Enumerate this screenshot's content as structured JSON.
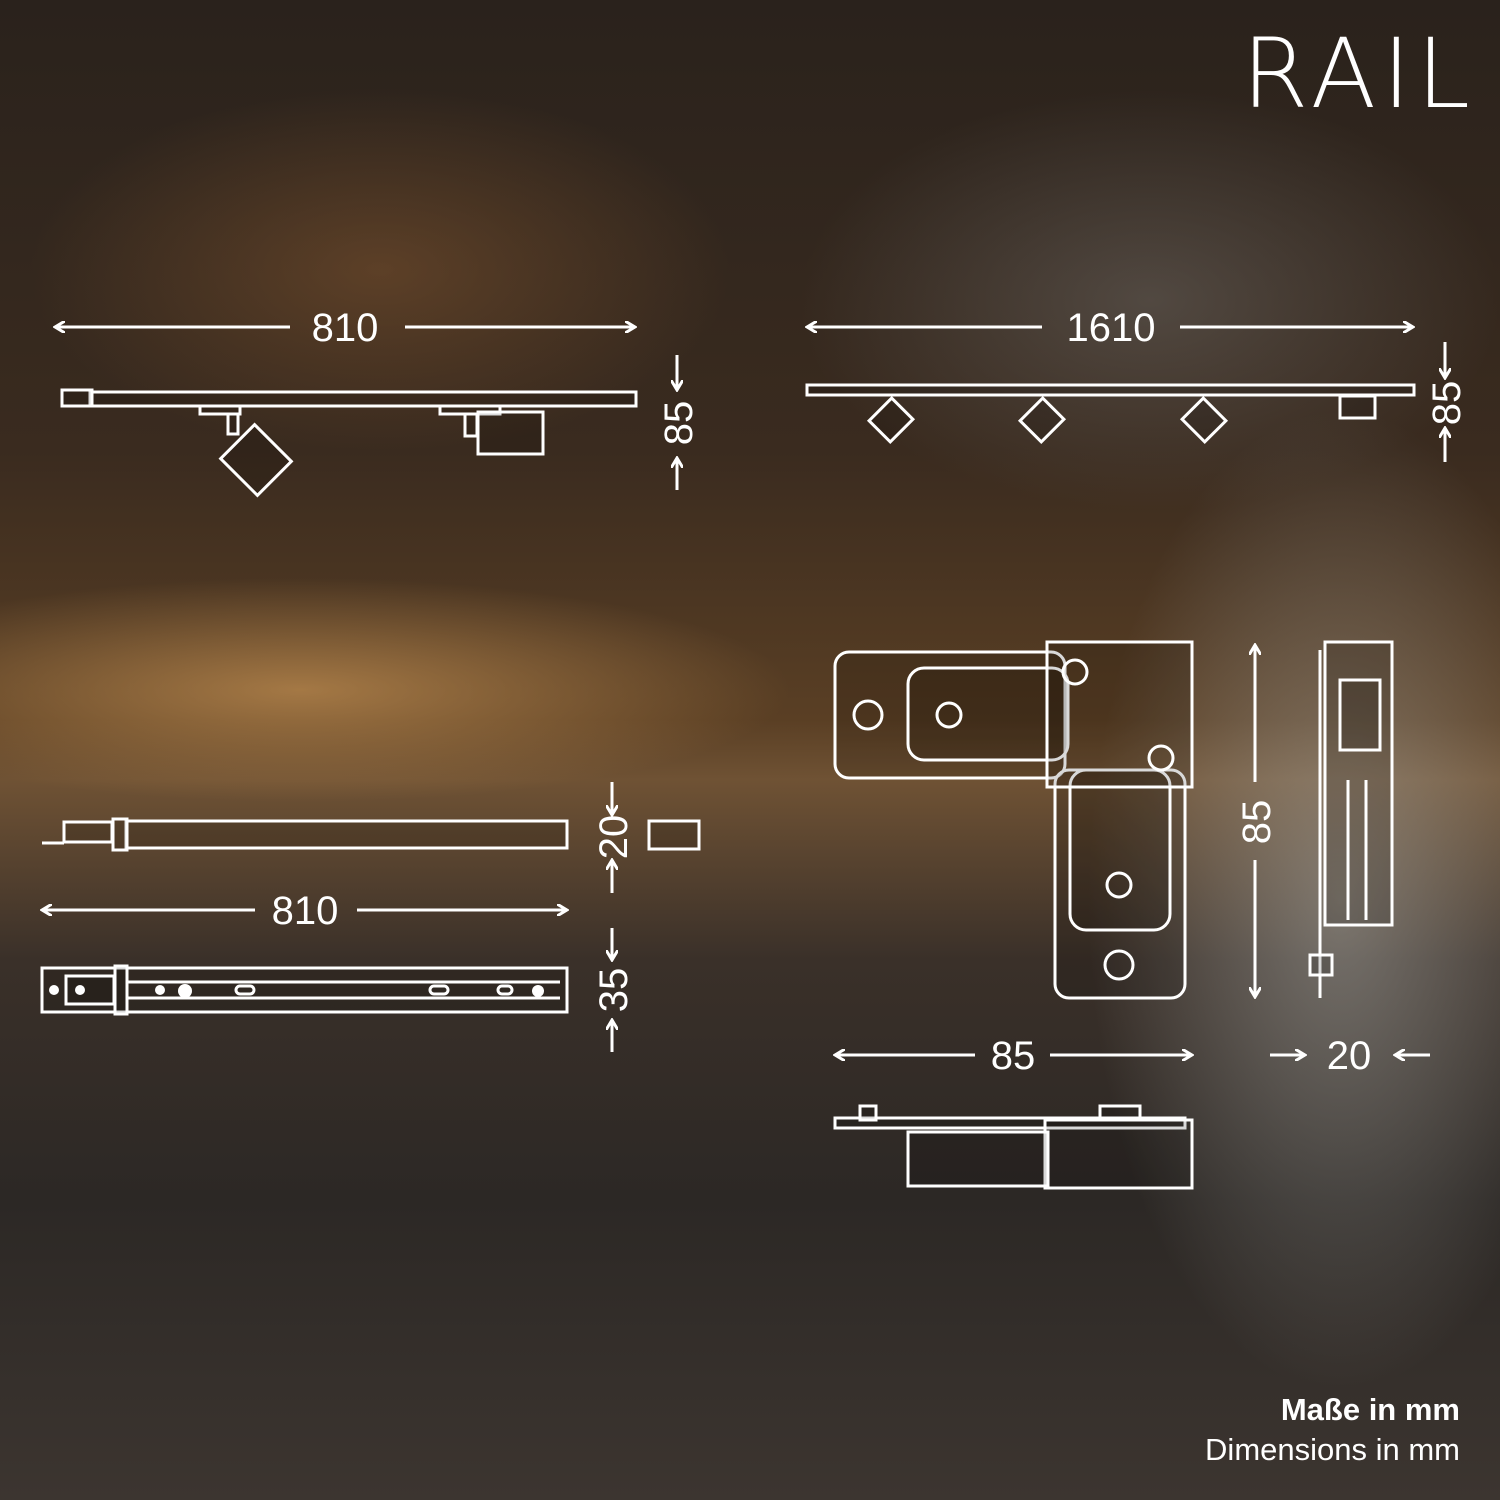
{
  "brand": {
    "logo": "RAIL"
  },
  "dimensions": {
    "rail_2_top_length": "810",
    "rail_2_top_height": "85",
    "rail_4_top_length": "1610",
    "rail_4_top_height": "85",
    "rail_side_height": "20",
    "rail_bottom_length": "810",
    "rail_bottom_width": "35",
    "connector_height": "85",
    "connector_width": "85",
    "connector_depth": "20"
  },
  "note": {
    "de": "Maße in mm",
    "en": "Dimensions in mm"
  }
}
